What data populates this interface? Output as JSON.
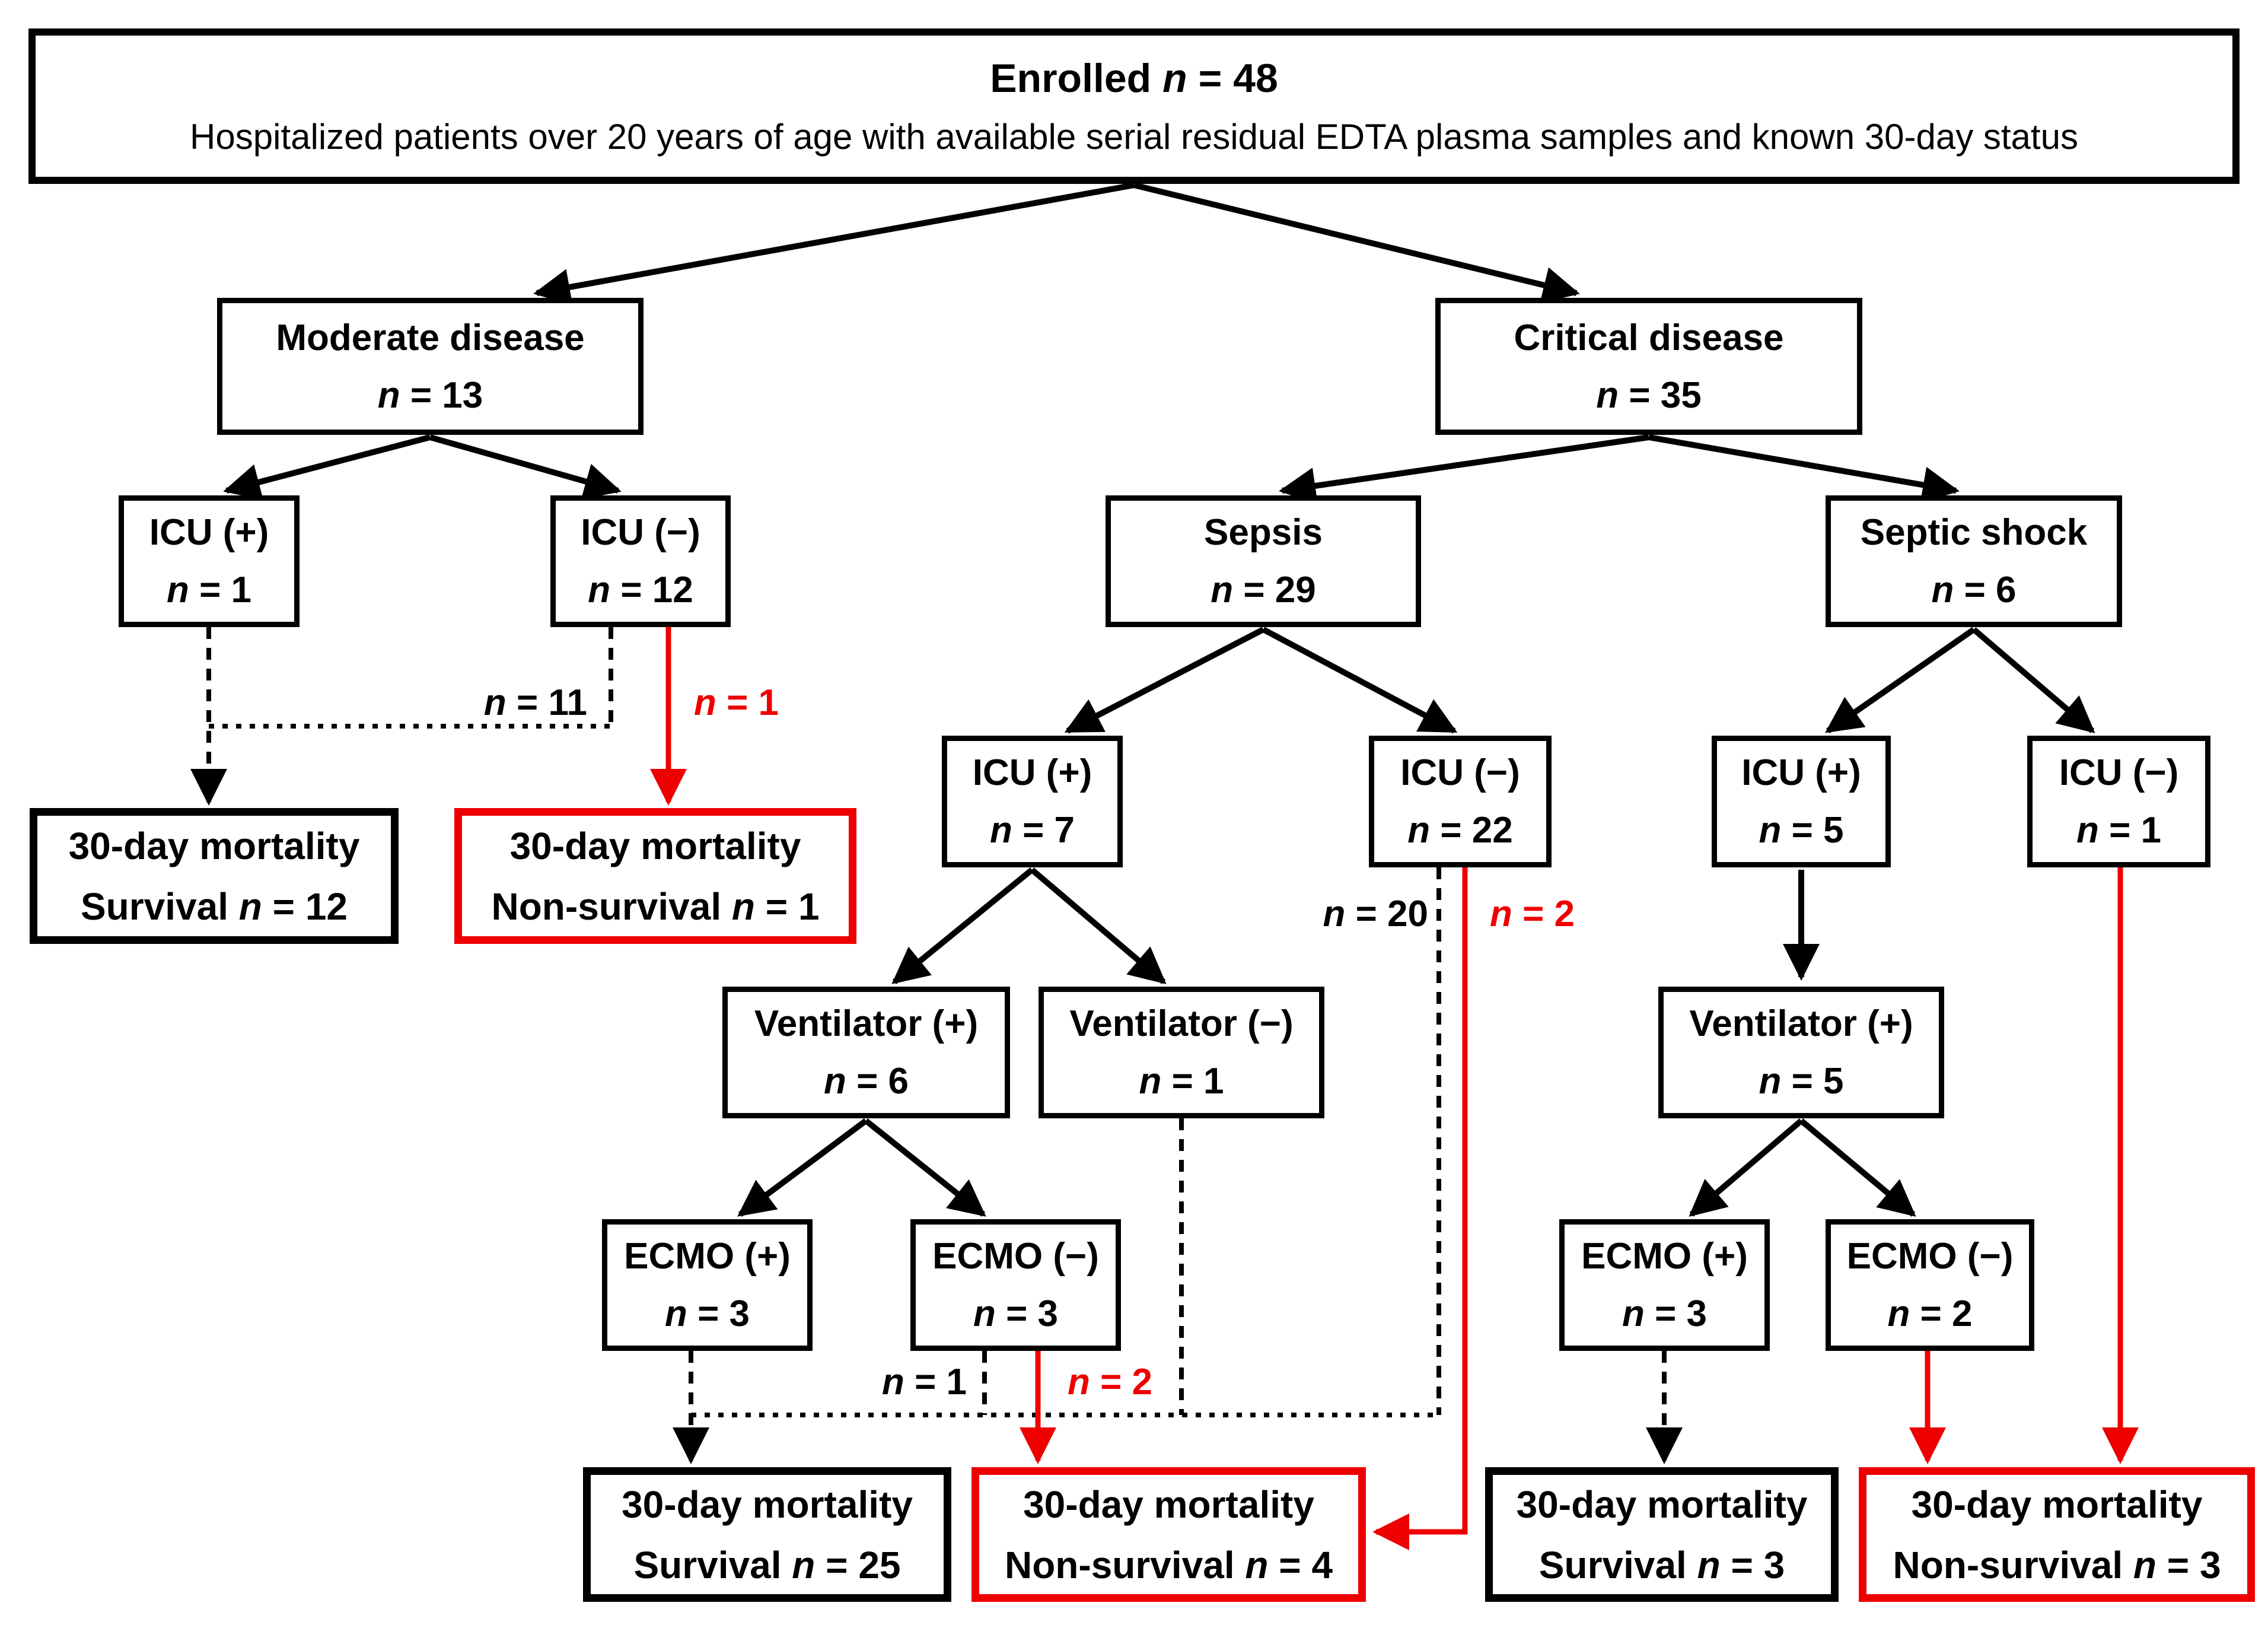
{
  "figure": {
    "type": "patient-flow-diagram",
    "colors": {
      "line": "#000000",
      "accent_red": "#ee0000",
      "background": "#ffffff"
    }
  },
  "enrolled": {
    "title": "Enrolled n = 48",
    "subtitle": "Hospitalized patients over 20 years of age with available serial residual EDTA plasma samples and known 30-day status"
  },
  "nodes": {
    "moderate": {
      "label": "Moderate disease",
      "n": "n = 13"
    },
    "critical": {
      "label": "Critical disease",
      "n": "n = 35"
    },
    "icu_pos_mod": {
      "label": "ICU (+)",
      "n": "n = 1"
    },
    "icu_neg_mod": {
      "label": "ICU (−)",
      "n": "n = 12"
    },
    "sepsis": {
      "label": "Sepsis",
      "n": "n = 29"
    },
    "septic_shock": {
      "label": "Septic shock",
      "n": "n = 6"
    },
    "icu_pos_sepsis": {
      "label": "ICU (+)",
      "n": "n = 7"
    },
    "icu_neg_sepsis": {
      "label": "ICU (−)",
      "n": "n = 22"
    },
    "icu_pos_shock": {
      "label": "ICU (+)",
      "n": "n = 5"
    },
    "icu_neg_shock": {
      "label": "ICU (−)",
      "n": "n = 1"
    },
    "vent_pos_sepsis": {
      "label": "Ventilator (+)",
      "n": "n = 6"
    },
    "vent_neg_sepsis": {
      "label": "Ventilator (−)",
      "n": "n = 1"
    },
    "vent_pos_shock": {
      "label": "Ventilator (+)",
      "n": "n = 5"
    },
    "ecmo_pos_sepsis": {
      "label": "ECMO (+)",
      "n": "n = 3"
    },
    "ecmo_neg_sepsis": {
      "label": "ECMO (−)",
      "n": "n = 3"
    },
    "ecmo_pos_shock": {
      "label": "ECMO (+)",
      "n": "n = 3"
    },
    "ecmo_neg_shock": {
      "label": "ECMO (−)",
      "n": "n = 2"
    },
    "out_mod_surv": {
      "label": "30-day mortality",
      "n": "Survival n = 12"
    },
    "out_mod_nonsurv": {
      "label": "30-day mortality",
      "n": "Non-survival n = 1"
    },
    "out_sep_surv": {
      "label": "30-day mortality",
      "n": "Survival n = 25"
    },
    "out_sep_nonsurv": {
      "label": "30-day mortality",
      "n": "Non-survival n = 4"
    },
    "out_shk_surv": {
      "label": "30-day mortality",
      "n": "Survival n = 3"
    },
    "out_shk_nonsurv": {
      "label": "30-day mortality",
      "n": "Non-survival n = 3"
    }
  },
  "edge_labels": {
    "mod_survivors": "n = 11",
    "mod_nonsurvivor": "n = 1",
    "sep_survivors": "n = 20",
    "sep_nonsurvivors": "n = 2",
    "ecmo_survivor": "n = 1",
    "ecmo_nonsurvivors": "n = 2"
  }
}
